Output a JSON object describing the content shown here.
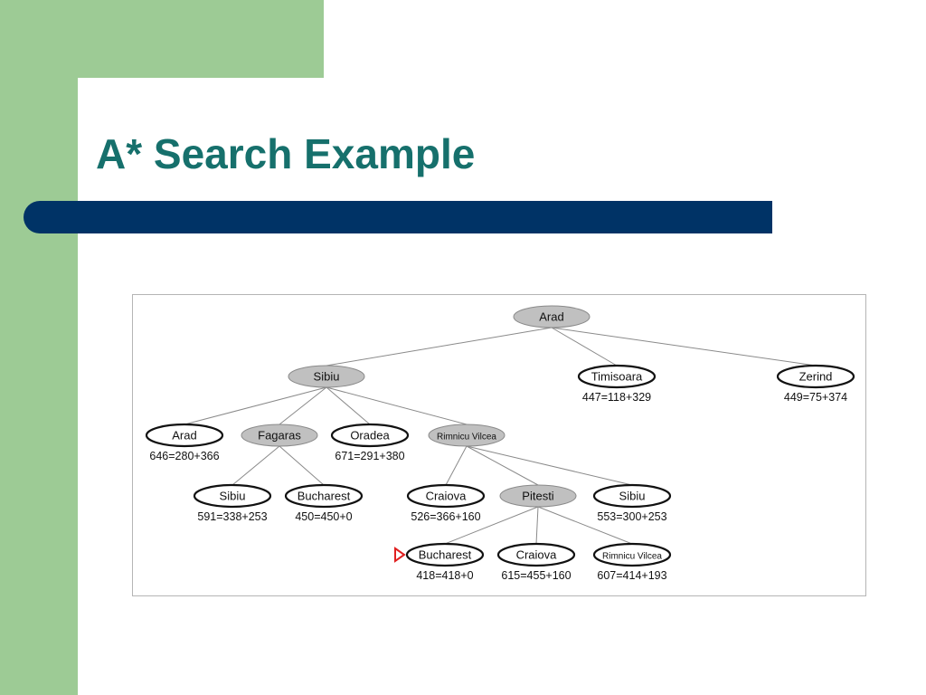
{
  "slide": {
    "title": "A* Search Example",
    "colors": {
      "title": "#16706c",
      "accent_bar": "#003366",
      "side_band": "#9dcb95",
      "expanded_node": "#c0c0c0",
      "frontier_node": "#ffffff",
      "goal_marker": "#e02020"
    }
  },
  "tree": {
    "nodes": [
      {
        "id": "arad-root",
        "label": "Arad",
        "f": "",
        "expanded": true
      },
      {
        "id": "sibiu",
        "label": "Sibiu",
        "f": "",
        "expanded": true
      },
      {
        "id": "timisoara",
        "label": "Timisoara",
        "f": "447=118+329",
        "expanded": false
      },
      {
        "id": "zerind",
        "label": "Zerind",
        "f": "449=75+374",
        "expanded": false
      },
      {
        "id": "arad-2",
        "label": "Arad",
        "f": "646=280+366",
        "expanded": false
      },
      {
        "id": "fagaras",
        "label": "Fagaras",
        "f": "",
        "expanded": true
      },
      {
        "id": "oradea",
        "label": "Oradea",
        "f": "671=291+380",
        "expanded": false
      },
      {
        "id": "rimnicu-vilcea",
        "label": "Rimnicu Vilcea",
        "f": "",
        "expanded": true
      },
      {
        "id": "sibiu-2",
        "label": "Sibiu",
        "f": "591=338+253",
        "expanded": false
      },
      {
        "id": "bucharest-1",
        "label": "Bucharest",
        "f": "450=450+0",
        "expanded": false
      },
      {
        "id": "craiova-1",
        "label": "Craiova",
        "f": "526=366+160",
        "expanded": false
      },
      {
        "id": "pitesti",
        "label": "Pitesti",
        "f": "",
        "expanded": true
      },
      {
        "id": "sibiu-3",
        "label": "Sibiu",
        "f": "553=300+253",
        "expanded": false
      },
      {
        "id": "bucharest-goal",
        "label": "Bucharest",
        "f": "418=418+0",
        "expanded": false,
        "goal": true
      },
      {
        "id": "craiova-2",
        "label": "Craiova",
        "f": "615=455+160",
        "expanded": false
      },
      {
        "id": "rimnicu-vilcea-2",
        "label": "Rimnicu Vilcea",
        "f": "607=414+193",
        "expanded": false
      }
    ],
    "edges": [
      [
        "arad-root",
        "sibiu"
      ],
      [
        "arad-root",
        "timisoara"
      ],
      [
        "arad-root",
        "zerind"
      ],
      [
        "sibiu",
        "arad-2"
      ],
      [
        "sibiu",
        "fagaras"
      ],
      [
        "sibiu",
        "oradea"
      ],
      [
        "sibiu",
        "rimnicu-vilcea"
      ],
      [
        "fagaras",
        "sibiu-2"
      ],
      [
        "fagaras",
        "bucharest-1"
      ],
      [
        "rimnicu-vilcea",
        "craiova-1"
      ],
      [
        "rimnicu-vilcea",
        "pitesti"
      ],
      [
        "rimnicu-vilcea",
        "sibiu-3"
      ],
      [
        "pitesti",
        "bucharest-goal"
      ],
      [
        "pitesti",
        "craiova-2"
      ],
      [
        "pitesti",
        "rimnicu-vilcea-2"
      ]
    ]
  }
}
